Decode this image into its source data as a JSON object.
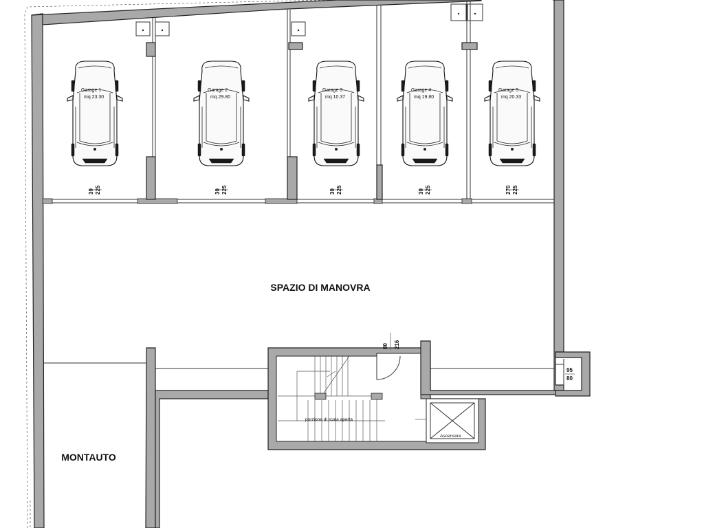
{
  "plan": {
    "labels": {
      "manovra": "SPAZIO DI MANOVRA",
      "montauto": "MONTAUTO",
      "stair_note": "porzione di scala aperta",
      "lift": "Ascensore"
    },
    "garages": [
      {
        "name": "Garage 1",
        "area": "mq 23.30",
        "dim_top": "30",
        "dim_bottom": "225"
      },
      {
        "name": "Garage 2",
        "area": "mq 29.80",
        "dim_top": "30",
        "dim_bottom": "225"
      },
      {
        "name": "Garage 3",
        "area": "mq 10.37",
        "dim_top": "30",
        "dim_bottom": "225"
      },
      {
        "name": "Garage 4",
        "area": "mq 19.80",
        "dim_top": "30",
        "dim_bottom": "225"
      },
      {
        "name": "Garage 5",
        "area": "mq 20.33",
        "dim_top": "270",
        "dim_bottom": "225"
      }
    ],
    "door_dims": {
      "top": "80",
      "bottom": "216"
    },
    "window_dims": {
      "top": "95",
      "bottom": "80"
    }
  }
}
